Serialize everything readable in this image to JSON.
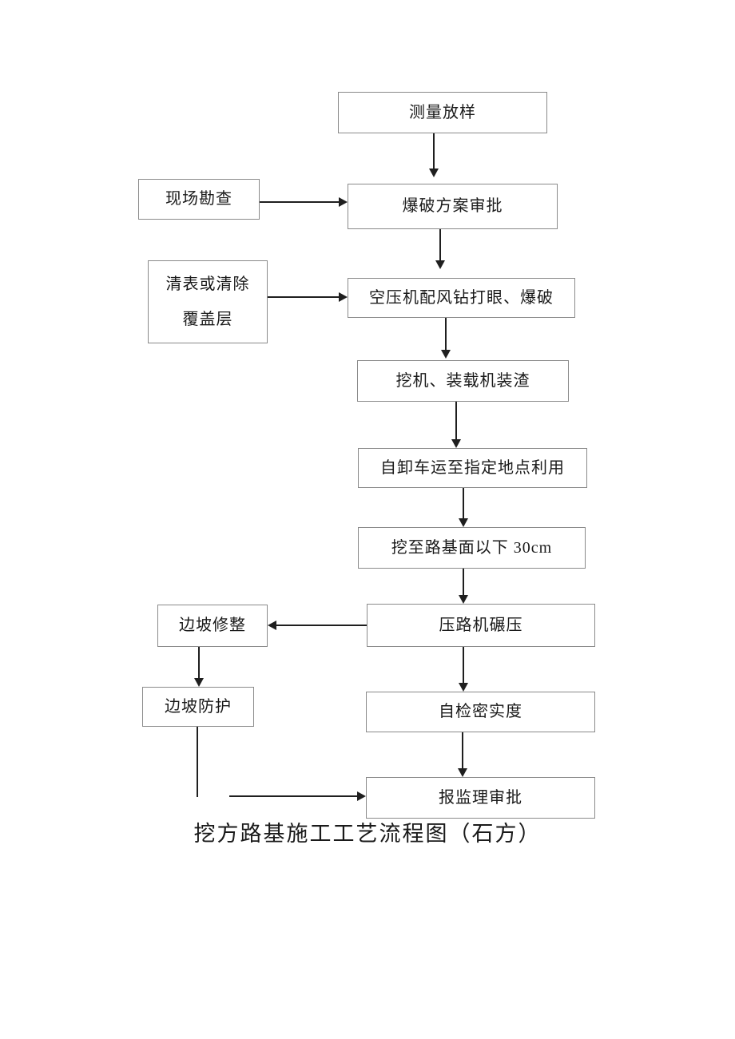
{
  "diagram": {
    "caption": "挖方路基施工工艺流程图（石方）",
    "nodes": {
      "measure": {
        "label": "测量放样"
      },
      "site_survey": {
        "label": "现场勘查"
      },
      "blasting_approval": {
        "label": "爆破方案审批"
      },
      "clearing": {
        "label_line1": "清表或清除",
        "label_line2": "覆盖层"
      },
      "drilling": {
        "label": "空压机配风钻打眼、爆破"
      },
      "loading": {
        "label": "挖机、装载机装渣"
      },
      "hauling": {
        "label": "自卸车运至指定地点利用"
      },
      "excavate": {
        "label": "挖至路基面以下 30cm"
      },
      "rolling": {
        "label": "压路机碾压"
      },
      "slope_trim": {
        "label": "边坡修整"
      },
      "slope_protect": {
        "label": "边坡防护"
      },
      "self_check": {
        "label": "自检密实度"
      },
      "report": {
        "label": "报监理审批"
      }
    },
    "edges": [
      {
        "from": "measure",
        "to": "blasting_approval",
        "direction": "down"
      },
      {
        "from": "site_survey",
        "to": "blasting_approval",
        "direction": "right"
      },
      {
        "from": "blasting_approval",
        "to": "drilling",
        "direction": "down"
      },
      {
        "from": "clearing",
        "to": "drilling",
        "direction": "right"
      },
      {
        "from": "drilling",
        "to": "loading",
        "direction": "down"
      },
      {
        "from": "loading",
        "to": "hauling",
        "direction": "down"
      },
      {
        "from": "hauling",
        "to": "excavate",
        "direction": "down"
      },
      {
        "from": "excavate",
        "to": "rolling",
        "direction": "down"
      },
      {
        "from": "rolling",
        "to": "slope_trim",
        "direction": "left"
      },
      {
        "from": "rolling",
        "to": "self_check",
        "direction": "down"
      },
      {
        "from": "slope_trim",
        "to": "slope_protect",
        "direction": "down"
      },
      {
        "from": "slope_protect",
        "to": "report",
        "direction": "down-right"
      },
      {
        "from": "self_check",
        "to": "report",
        "direction": "down"
      }
    ],
    "colors": {
      "background": "#ffffff",
      "box_border": "#8a8a8a",
      "line": "#1f1f1f",
      "text": "#1a1a1a"
    }
  }
}
